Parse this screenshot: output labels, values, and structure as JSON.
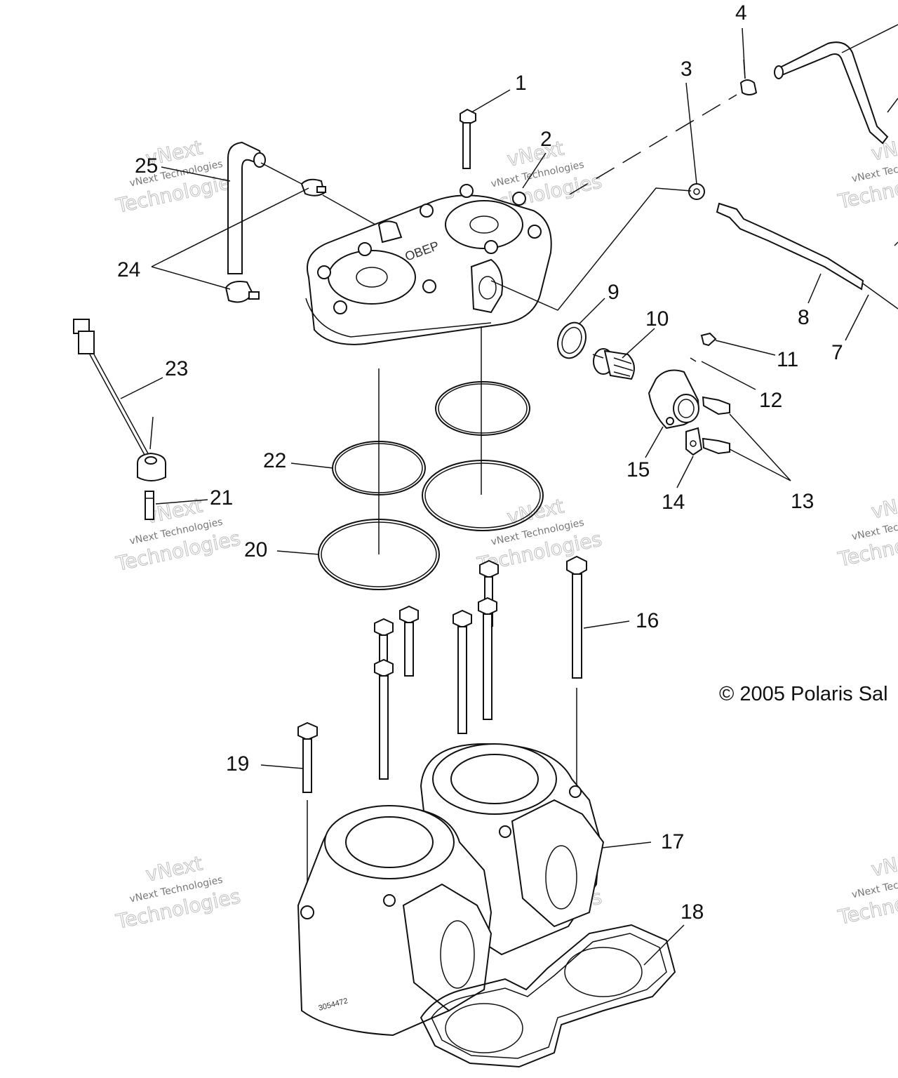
{
  "diagram": {
    "callouts": [
      "1",
      "2",
      "3",
      "4",
      "7",
      "8",
      "9",
      "10",
      "11",
      "12",
      "13",
      "14",
      "15",
      "16",
      "17",
      "18",
      "19",
      "20",
      "21",
      "22",
      "23",
      "24",
      "25"
    ],
    "copyright": "© 2005 Polaris Sal",
    "watermark": {
      "line1": "vNext",
      "line2": "vNext Technologies",
      "line3": "Technologies"
    }
  }
}
